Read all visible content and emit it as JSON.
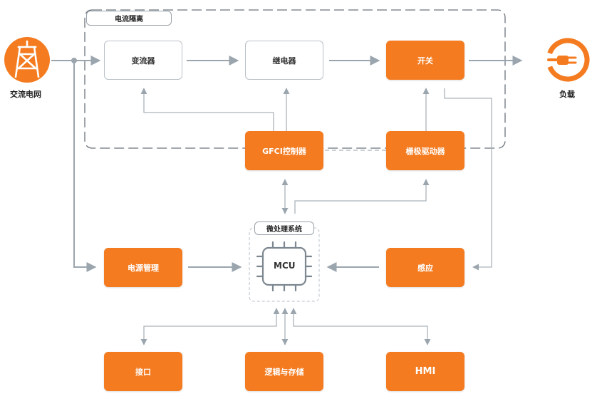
{
  "diagram": {
    "isolation_label": "电流隔离",
    "mcu_group_label": "微处理系统",
    "mcu_chip_label": "MCU",
    "grid": {
      "label": "交流电网",
      "icon": "power-tower-icon"
    },
    "load": {
      "label": "负载",
      "icon": "power-plug-icon"
    },
    "blocks": {
      "converter": "变流器",
      "relay": "继电器",
      "switch": "开关",
      "gfci": "GFCI控制器",
      "gate_driver": "栅极驱动器",
      "power_mgmt": "电源管理",
      "sensing": "感应",
      "interface": "接口",
      "logic_storage": "逻辑与存储",
      "hmi": "HMI"
    },
    "colors": {
      "accent": "#f47b20",
      "line": "#9aa5ae",
      "border": "#b9c1c8"
    }
  }
}
